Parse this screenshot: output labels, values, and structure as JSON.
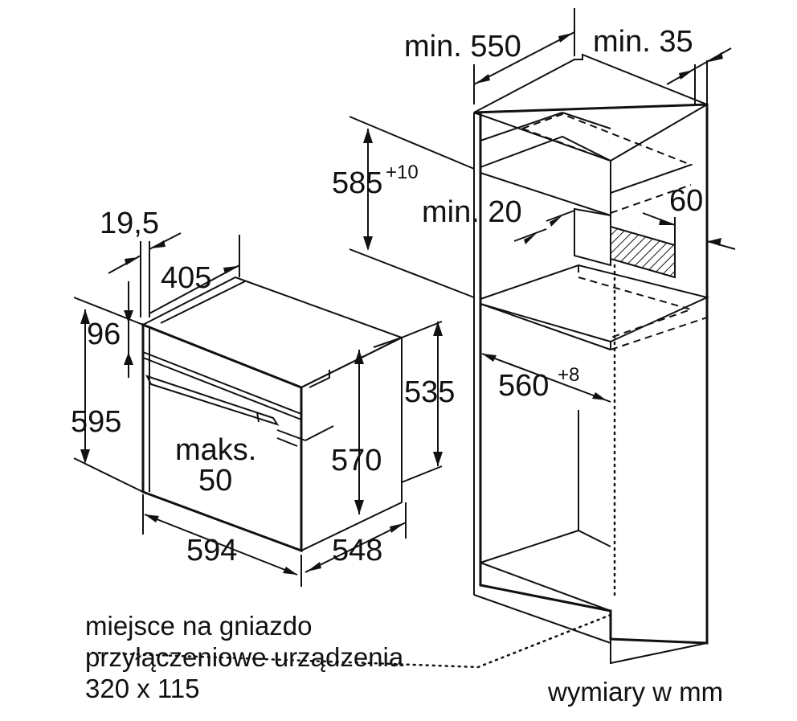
{
  "dimensions": {
    "cab_depth": "min. 550",
    "rear_gap": "min. 35",
    "niche_height": "585",
    "niche_height_tol": "+10",
    "shelf_gap": "min. 20",
    "vent": "60",
    "niche_width": "560",
    "niche_width_tol": "+8",
    "front_thickness": "19,5",
    "oven_top_depth": "405",
    "panel_height": "96",
    "front_height": "595",
    "body_height": "535",
    "door_height": "570",
    "handle_line1": "maks.",
    "handle_line2": "50",
    "oven_width": "594",
    "oven_depth": "548"
  },
  "notes": {
    "socket_line1": "miejsce na gniazdo",
    "socket_line2": "przyłączeniowe urządzenia",
    "socket_line3": "320 x 115",
    "units": "wymiary w mm"
  }
}
